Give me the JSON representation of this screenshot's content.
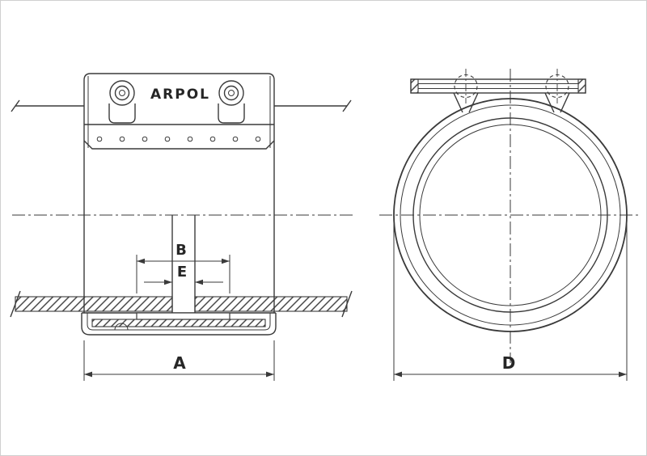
{
  "drawing": {
    "brand_label": "ARPOL",
    "dimension_labels": {
      "overall_width": "A",
      "bridge_width": "B",
      "pipe_gap": "E",
      "outer_diameter": "D"
    },
    "colors": {
      "line_color": "#3a3a3a",
      "background": "#ffffff"
    }
  }
}
